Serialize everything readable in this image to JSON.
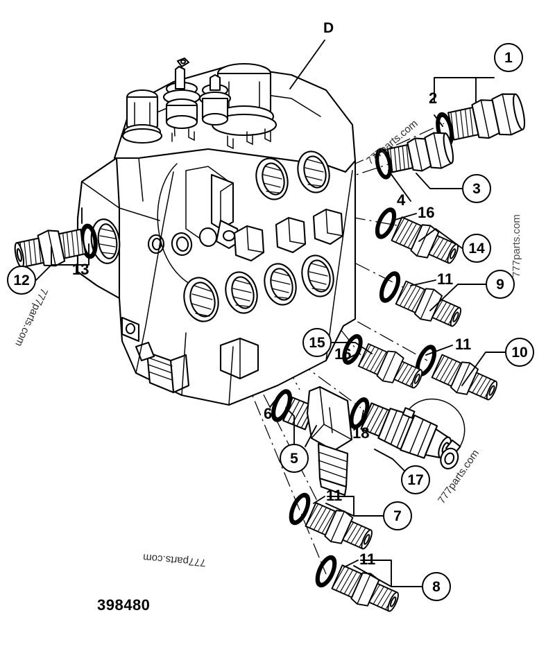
{
  "document": {
    "type": "exploded-parts-diagram",
    "subject": "Hydraulic control valve with port adapters, O-rings and quick coupler",
    "part_number": "398480",
    "assembly_letter": "D"
  },
  "callouts": {
    "circled": [
      {
        "id": "1",
        "label": "1"
      },
      {
        "id": "3",
        "label": "3"
      },
      {
        "id": "5",
        "label": "5"
      },
      {
        "id": "7",
        "label": "7"
      },
      {
        "id": "8",
        "label": "8"
      },
      {
        "id": "9",
        "label": "9"
      },
      {
        "id": "10",
        "label": "10"
      },
      {
        "id": "12",
        "label": "12"
      },
      {
        "id": "14",
        "label": "14"
      },
      {
        "id": "15",
        "label": "15"
      },
      {
        "id": "17",
        "label": "17"
      }
    ],
    "plain": [
      {
        "id": "2",
        "label": "2"
      },
      {
        "id": "4",
        "label": "4"
      },
      {
        "id": "6",
        "label": "6"
      },
      {
        "id": "11a",
        "label": "11"
      },
      {
        "id": "11b",
        "label": "11"
      },
      {
        "id": "11c",
        "label": "11"
      },
      {
        "id": "11d",
        "label": "11"
      },
      {
        "id": "13",
        "label": "13"
      },
      {
        "id": "16a",
        "label": "16"
      },
      {
        "id": "16b",
        "label": "16"
      },
      {
        "id": "16c",
        "label": "16"
      },
      {
        "id": "18",
        "label": "18"
      }
    ],
    "letter_label": "D"
  },
  "watermarks": {
    "text": "777parts.com",
    "instances": [
      {
        "id": "wm-top-center",
        "rotation_deg": -40
      },
      {
        "id": "wm-right-edge",
        "rotation_deg": -90
      },
      {
        "id": "wm-left-lower",
        "rotation_deg": 115
      },
      {
        "id": "wm-bottom-right",
        "rotation_deg": -55
      },
      {
        "id": "wm-bottom-left",
        "rotation_deg": 185
      }
    ]
  },
  "style": {
    "line_color": "#000000",
    "fill_color": "#ffffff",
    "watermark_color": "#4a4a4a",
    "background": "#ffffff"
  }
}
